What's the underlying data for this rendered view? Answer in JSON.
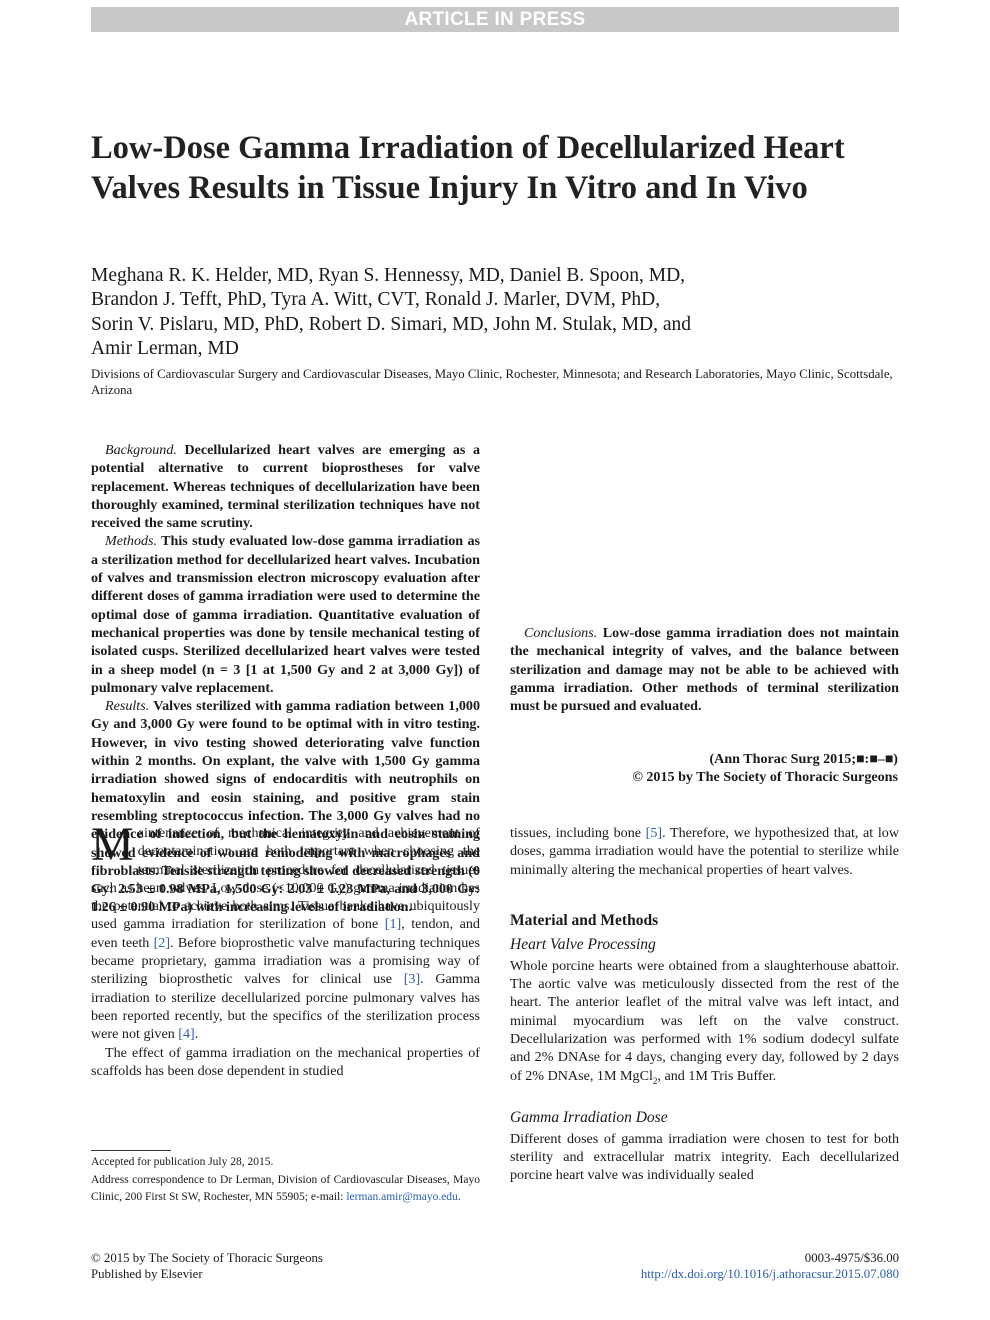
{
  "banner": "ARTICLE IN PRESS",
  "title": "Low-Dose Gamma Irradiation of Decellularized Heart Valves Results in Tissue Injury In Vitro and In Vivo",
  "authors": [
    "Meghana R. K. Helder, MD, Ryan S. Hennessy, MD, Daniel B. Spoon, MD,",
    "Brandon J. Tefft, PhD, Tyra A. Witt, CVT, Ronald J. Marler, DVM, PhD,",
    "Sorin V. Pislaru, MD, PhD, Robert D. Simari, MD, John M. Stulak, MD, and",
    "Amir Lerman, MD"
  ],
  "affiliation": "Divisions of Cardiovascular Surgery and Cardiovascular Diseases, Mayo Clinic, Rochester, Minnesota; and Research Laboratories, Mayo Clinic, Scottsdale, Arizona",
  "abstract": {
    "background_label": "Background.",
    "background": "Decellularized heart valves are emerging as a potential alternative to current bioprostheses for valve replacement. Whereas techniques of decellularization have been thoroughly examined, terminal sterilization techniques have not received the same scrutiny.",
    "methods_label": "Methods.",
    "methods": "This study evaluated low-dose gamma irradiation as a sterilization method for decellularized heart valves. Incubation of valves and transmission electron microscopy evaluation after different doses of gamma irradiation were used to determine the optimal dose of gamma irradiation. Quantitative evaluation of mechanical properties was done by tensile mechanical testing of isolated cusps. Sterilized decellularized heart valves were tested in a sheep model (n = 3 [1 at 1,500 Gy and 2 at 3,000 Gy]) of pulmonary valve replacement.",
    "results_label": "Results.",
    "results": "Valves sterilized with gamma radiation between 1,000 Gy and 3,000 Gy were found to be optimal with in vitro testing. However, in vivo testing showed deteriorating valve function within 2 months. On explant, the valve with 1,500 Gy gamma irradiation showed signs of endocarditis with neutrophils on hematoxylin and eosin staining, and positive gram stain resembling streptococcus infection. The 3,000 Gy valves had no evidence of infection, but the hematoxylin and eosin staining showed evidence of wound remodeling with macrophages and fibroblasts. Tensile strength testing showed decreased strength (0 Gy: 2.53 ± 0.98 MPa, 1,500 Gy: 2.03 ± 1.23 MPa, and 3,000 Gy: 1.26 ± 0.90 MPa) with increasing levels of irradiation.",
    "conclusions_label": "Conclusions.",
    "conclusions": "Low-dose gamma irradiation does not maintain the mechanical integrity of valves, and the balance between sterilization and damage may not be able to be achieved with gamma irradiation. Other methods of terminal sterilization must be pursued and evaluated."
  },
  "citation": {
    "journal": "(Ann Thorac Surg 2015;■:■–■)",
    "copyright": "© 2015 by The Society of Thoracic Surgeons"
  },
  "body": {
    "dropcap": "M",
    "intro_p1_a": "aintenance of mechanical integrity and achievement of decontamination are both important when choosing the terminal sterilization procedure for decellularized tissues such as heart valves. Low-dose (<10,000 Gy) gamma irradiation has the potential to achieve both aims. Tissue banks have ubiquitously used gamma irradiation for sterilization of bone ",
    "ref1": "[1]",
    "intro_p1_b": ", tendon, and even teeth ",
    "ref2": "[2]",
    "intro_p1_c": ". Before bioprosthetic valve manufacturing techniques became proprietary, gamma irradiation was a promising way of sterilizing bioprosthetic valves for clinical use ",
    "ref3": "[3]",
    "intro_p1_d": ". Gamma irradiation to sterilize decellularized porcine pulmonary valves has been reported recently, but the specifics of the sterilization process were not given ",
    "ref4": "[4]",
    "intro_p1_e": ".",
    "intro_p2": "The effect of gamma irradiation on the mechanical properties of scaffolds has been dose dependent in studied",
    "right_p1_a": "tissues, including bone ",
    "ref5": "[5]",
    "right_p1_b": ". Therefore, we hypothesized that, at low doses, gamma irradiation would have the potential to sterilize while minimally altering the mechanical properties of heart valves.",
    "section_methods": "Material and Methods",
    "sub_processing": "Heart Valve Processing",
    "processing_a": "Whole porcine hearts were obtained from a slaughterhouse abattoir. The aortic valve was meticulously dissected from the rest of the heart. The anterior leaflet of the mitral valve was left intact, and minimal myocardium was left on the valve construct. Decellularization was performed with 1% sodium dodecyl sulfate and 2% DNAse for 4 days, changing every day, followed by 2 days of 2% DNAse, 1M MgCl",
    "processing_sub": "2",
    "processing_b": ", and 1M Tris Buffer.",
    "sub_dose": "Gamma Irradiation Dose",
    "dose_text": "Different doses of gamma irradiation were chosen to test for both sterility and extracellular matrix integrity. Each decellularized porcine heart valve was individually sealed"
  },
  "footnotes": {
    "accepted": "Accepted for publication July 28, 2015.",
    "correspondence": "Address correspondence to Dr Lerman, Division of Cardiovascular Diseases, Mayo Clinic, 200 First St SW, Rochester, MN 55905; e-mail: ",
    "email": "lerman.amir@mayo.edu",
    "correspondence_end": "."
  },
  "footer": {
    "copyright": "© 2015 by The Society of Thoracic Surgeons",
    "publisher": "Published by Elsevier",
    "issn": "0003-4975/$36.00",
    "doi": "http://dx.doi.org/10.1016/j.athoracsur.2015.07.080"
  }
}
